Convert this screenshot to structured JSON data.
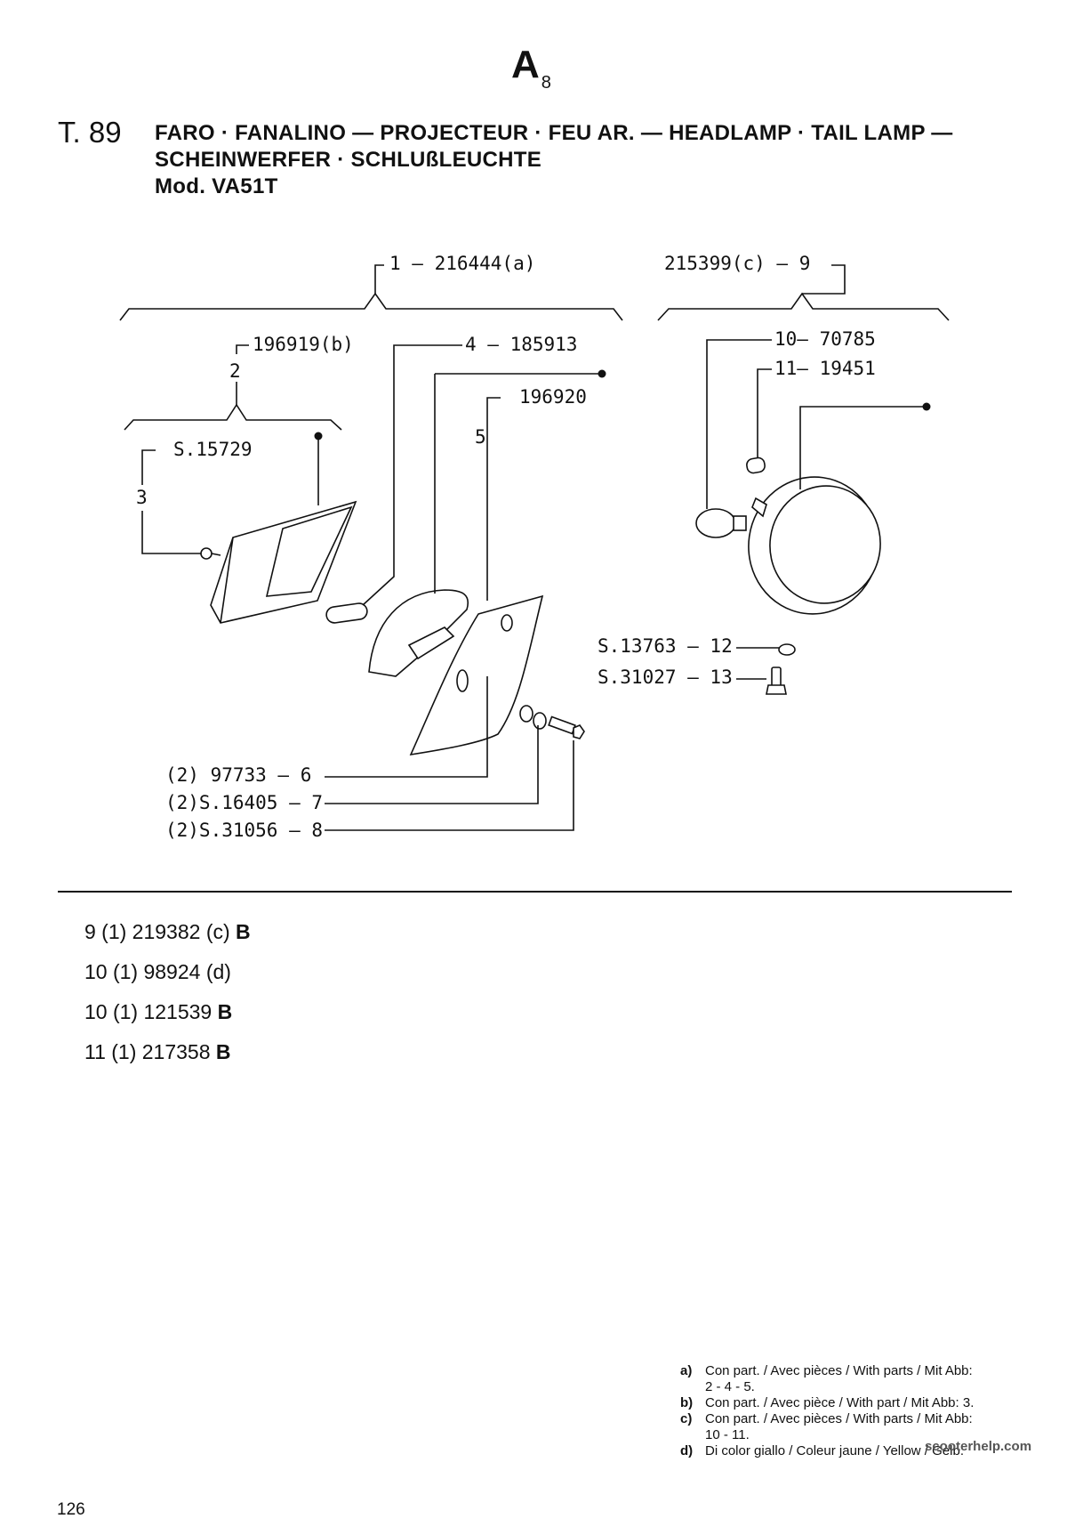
{
  "header": {
    "section_code": "A",
    "section_sub": "8",
    "table_no": "T. 89",
    "title_line1": "FARO · FANALINO — PROJECTEUR · FEU AR. — HEADLAMP · TAIL LAMP —",
    "title_line2": "SCHEINWERFER · SCHLUßLEUCHTE",
    "model": "Mod. VA51T"
  },
  "callouts": {
    "c1": "1 — 216444(a)",
    "c9": "215399(c) — 9",
    "c2_ref": "196919(b)",
    "c2_num": "2",
    "c4": "4 — 185913",
    "c10": "10— 70785",
    "c11": "11— 19451",
    "c5_ref": "196920",
    "c5_num": "5",
    "c3_ref": "S.15729",
    "c3_num": "3",
    "c12": "S.13763 — 12",
    "c13": "S.31027 — 13",
    "c6": "(2) 97733 — 6",
    "c7": "(2)S.16405 — 7",
    "c8": "(2)S.31056 — 8"
  },
  "parts_list": [
    {
      "prefix": "9 (1) 219382 (c) ",
      "code": "B"
    },
    {
      "prefix": "10 (1) 98924 (d)",
      "code": ""
    },
    {
      "prefix": "10 (1) 121539 ",
      "code": "B"
    },
    {
      "prefix": "11 (1) 217358 ",
      "code": "B"
    }
  ],
  "notes": [
    {
      "key": "a)",
      "text": "Con part. / Avec pièces / With parts / Mit Abb:",
      "cont": "2 - 4 - 5."
    },
    {
      "key": "b)",
      "text": "Con part. / Avec pièce / With part / Mit Abb: 3.",
      "cont": ""
    },
    {
      "key": "c)",
      "text": "Con part. / Avec pièces / With parts / Mit Abb:",
      "cont": "10 - 11."
    },
    {
      "key": "d)",
      "text": "Di color giallo / Coleur jaune / Yellow / Gelb.",
      "cont": ""
    }
  ],
  "watermark": "scooterhelp.com",
  "page_number": "126"
}
